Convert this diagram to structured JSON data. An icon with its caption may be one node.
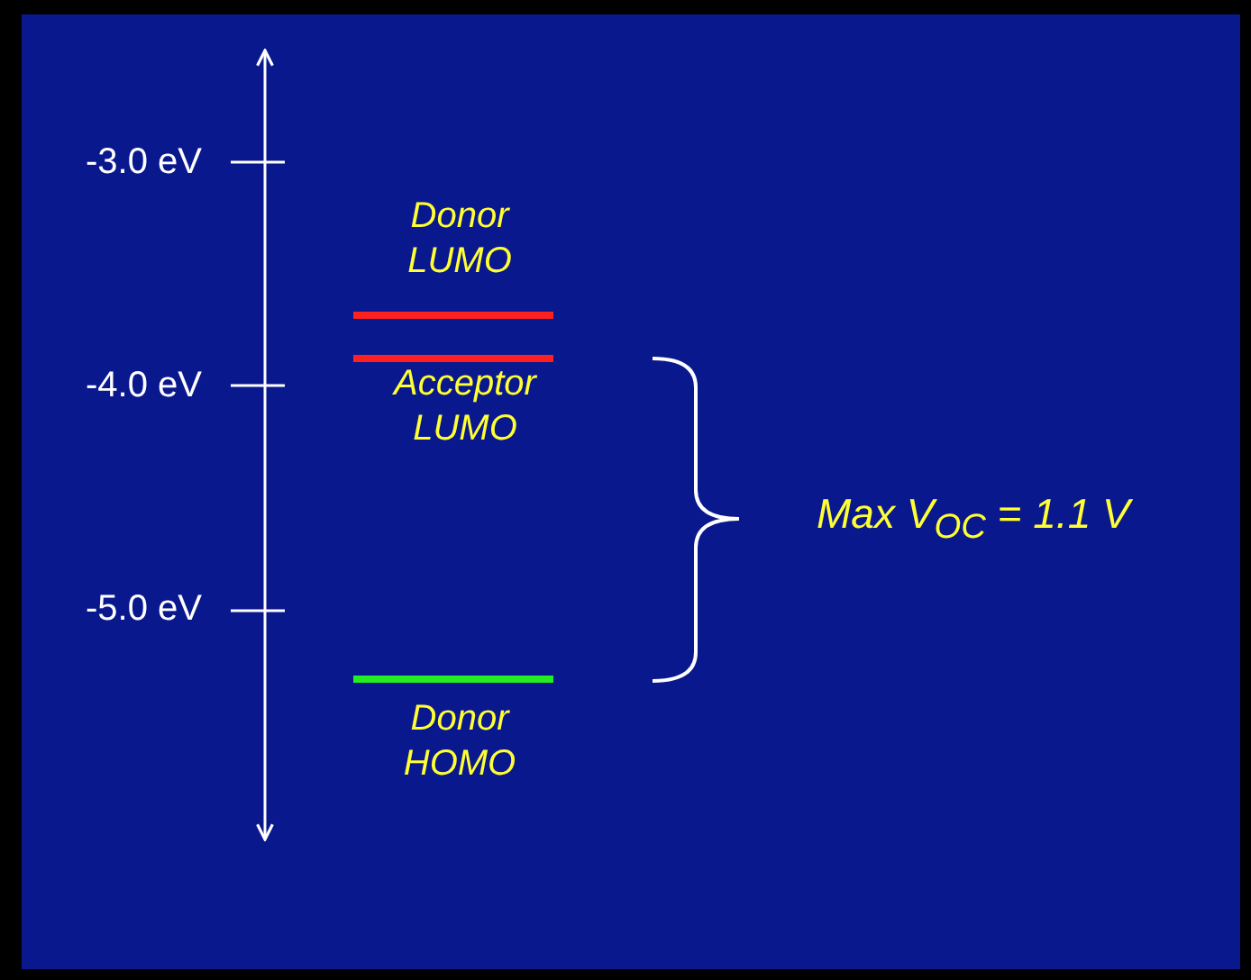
{
  "diagram": {
    "labels": [
      "-3.0 eV",
      "-4.0 eV",
      "-5.0 eV",
      "Donor LUMO",
      "Acceptor LUMO",
      "Donor HOMO",
      "Max V$_{OC}$ = 1.1 V"
    ]
  }
}
